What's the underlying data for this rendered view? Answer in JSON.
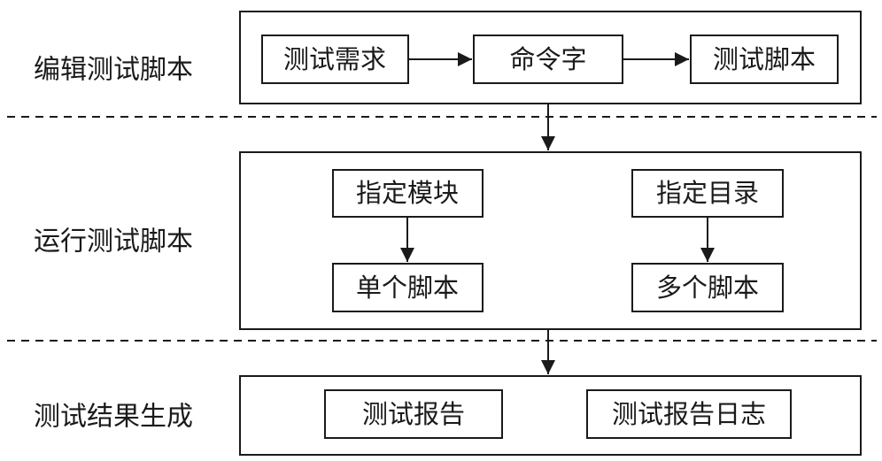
{
  "stages": {
    "edit": {
      "label": "编辑测试脚本",
      "nodes": {
        "requirement": "测试需求",
        "command_word": "命令字",
        "script": "测试脚本"
      }
    },
    "run": {
      "label": "运行测试脚本",
      "nodes": {
        "specify_module": "指定模块",
        "single_script": "单个脚本",
        "specify_directory": "指定目录",
        "multiple_scripts": "多个脚本"
      }
    },
    "result": {
      "label": "测试结果生成",
      "nodes": {
        "report": "测试报告",
        "report_log": "测试报告日志"
      }
    }
  }
}
